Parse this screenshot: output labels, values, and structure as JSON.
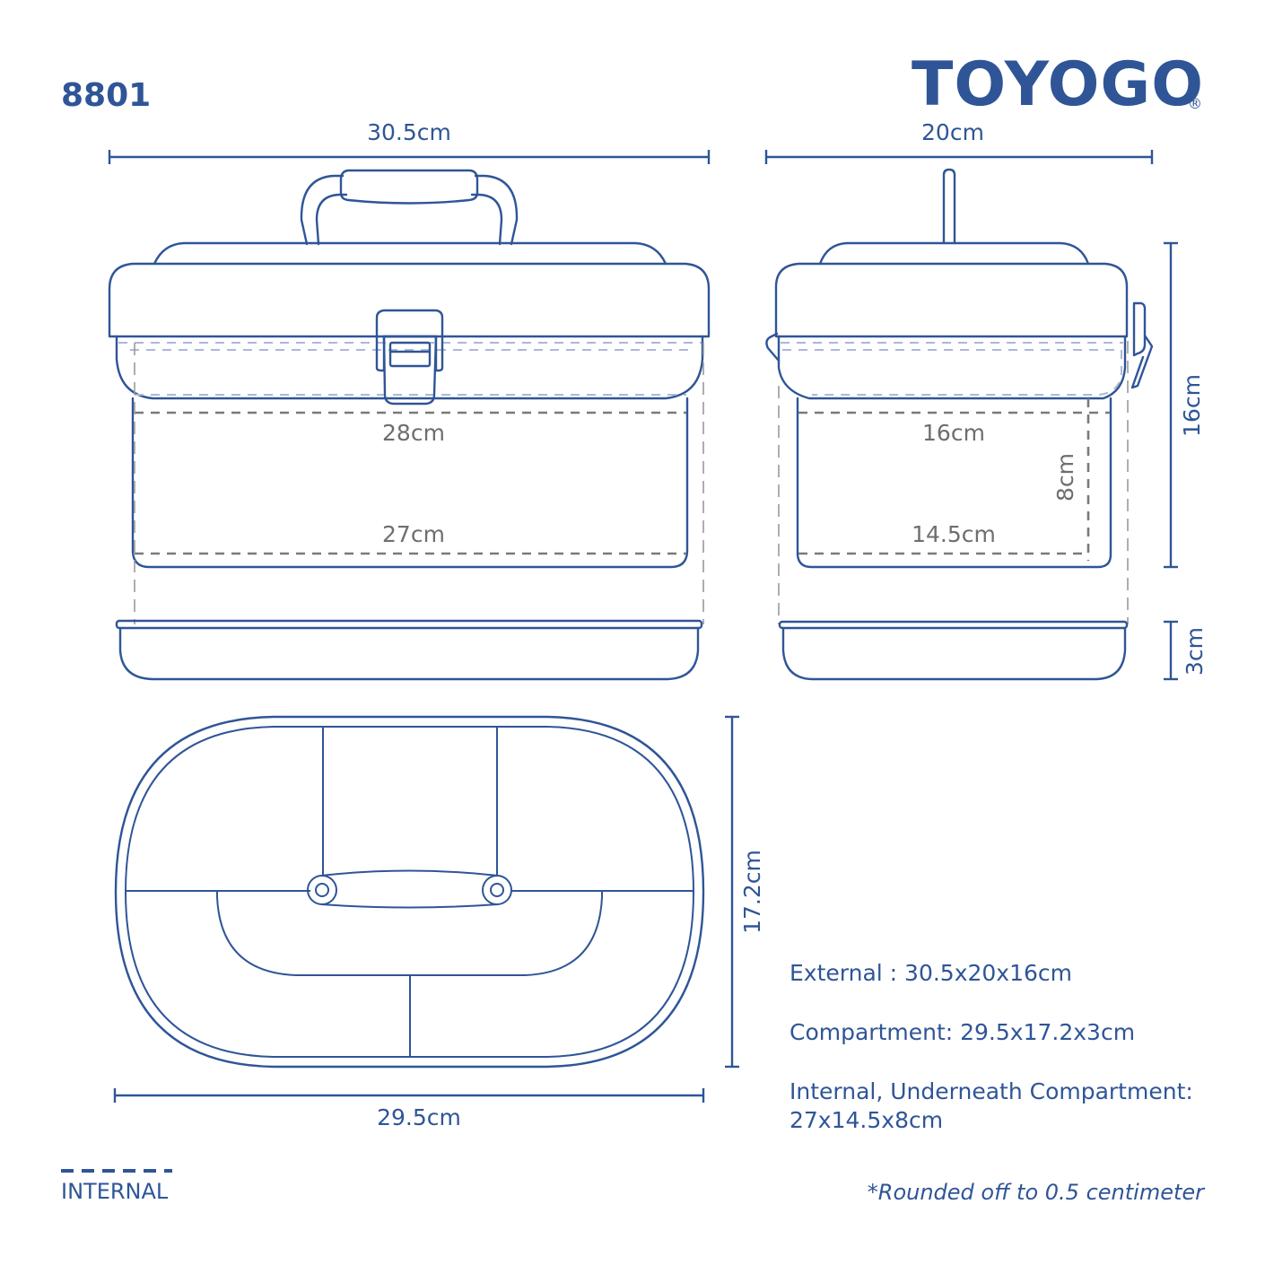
{
  "header": {
    "model_number": "8801",
    "brand": "TOYOGO",
    "registered_mark": "®"
  },
  "colors": {
    "brand_blue": "#2f5597",
    "internal_gray": "#6e6e6e",
    "background": "#ffffff"
  },
  "front_view": {
    "width_label": "30.5cm",
    "internal_top_label": "28cm",
    "internal_bottom_label": "27cm"
  },
  "side_view": {
    "width_label": "20cm",
    "height_label": "16cm",
    "tray_height_label": "3cm",
    "internal_top_label": "16cm",
    "internal_bottom_label": "14.5cm",
    "internal_height_label": "8cm"
  },
  "top_view": {
    "width_label": "29.5cm",
    "depth_label": "17.2cm"
  },
  "specs": {
    "external": "External : 30.5x20x16cm",
    "compartment": "Compartment: 29.5x17.2x3cm",
    "internal_line1": "Internal, Underneath Compartment:",
    "internal_line2": "27x14.5x8cm"
  },
  "legend": {
    "internal_label": "INTERNAL"
  },
  "footnote": "*Rounded off to 0.5 centimeter"
}
